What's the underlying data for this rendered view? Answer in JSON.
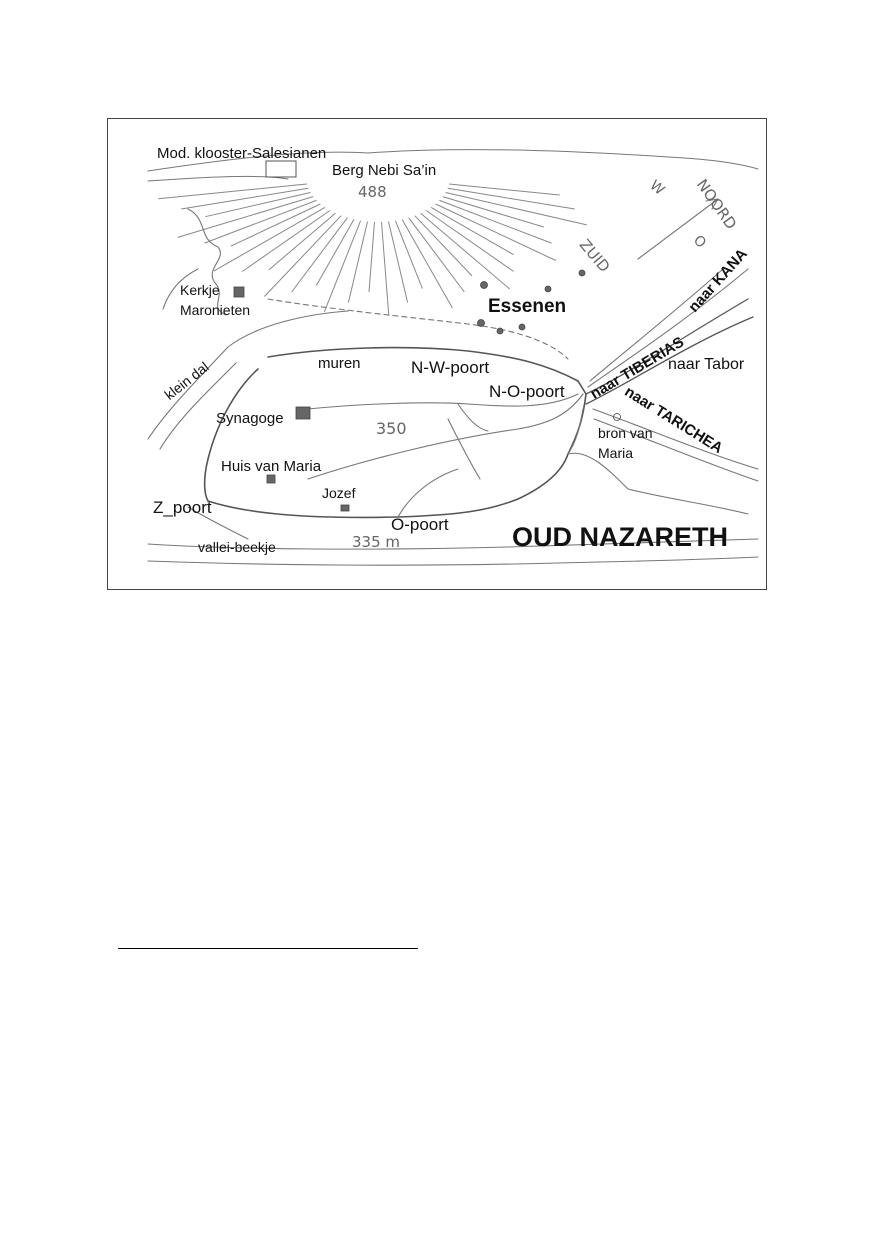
{
  "map": {
    "title": "OUD NAZARETH",
    "labels": {
      "monastery": "Mod. klooster-Salesianen",
      "mountain": "Berg Nebi Sa’in",
      "mountain_height": "488",
      "compass_north": "NOORD",
      "compass_south": "ZUID",
      "compass_w": "W",
      "compass_o": "O",
      "kerkje": "Kerkje",
      "maronieten": "Maronieten",
      "essenen": "Essenen",
      "naar_kana": "naar KANA",
      "klein_dal": "klein dal",
      "muren": "muren",
      "nw_poort": "N-W-poort",
      "naar_tiberias": "naar TIBERIAS",
      "naar_tabor": "naar Tabor",
      "no_poort": "N-O-poort",
      "synagoge": "Synagoge",
      "height_350": "350",
      "naar_tarichea": "naar TARICHEA",
      "bron_van": "bron van",
      "maria": "Maria",
      "huis_van_maria": "Huis van Maria",
      "jozef": "Jozef",
      "z_poort": "Z_poort",
      "o_poort": "O-poort",
      "vallei_beekje": "vallei-beekje",
      "height_335": "335 m"
    }
  }
}
